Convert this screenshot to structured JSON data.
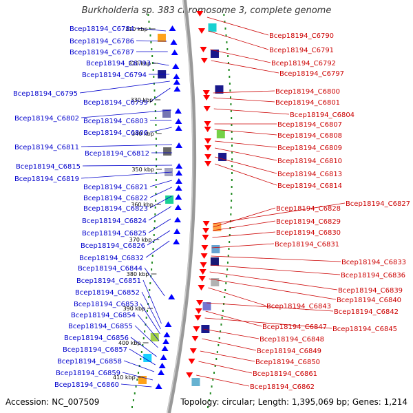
{
  "title": "Burkholderia sp. 383 chromosome 3, complete genome",
  "footer": {
    "accession": "Accession: NC_007509",
    "topology": "Topology: circular; Length: 1,395,069 bp; Genes: 1,214"
  },
  "colors": {
    "backbone": "#888888",
    "forward_gene": "#0000ff",
    "reverse_gene": "#ff0000",
    "left_label": "#0000cc",
    "right_label": "#cc0000",
    "ruler_dot": "#228b22"
  },
  "ticks": [
    "310 kbp",
    "320 kbp",
    "330 kbp",
    "340 kbp",
    "350 kbp",
    "360 kbp",
    "370 kbp",
    "380 kbp",
    "390 kbp",
    "400 kbp",
    "410 kbp"
  ],
  "left_labels": [
    "Bcep18194_C6784",
    "Bcep18194_C6786",
    "Bcep18194_C6787",
    "Bcep18194_C6793",
    "Bcep18194_C6794",
    "Bcep18194_C6795",
    "Bcep18194_C6799",
    "Bcep18194_C6802",
    "Bcep18194_C6803",
    "Bcep18194_C6806",
    "Bcep18194_C6811",
    "Bcep18194_C6812",
    "Bcep18194_C6815",
    "Bcep18194_C6819",
    "Bcep18194_C6821",
    "Bcep18194_C6822",
    "Bcep18194_C6823",
    "Bcep18194_C6824",
    "Bcep18194_C6825",
    "Bcep18194_C6826",
    "Bcep18194_C6832",
    "Bcep18194_C6844",
    "Bcep18194_C6851",
    "Bcep18194_C6852",
    "Bcep18194_C6853",
    "Bcep18194_C6854",
    "Bcep18194_C6855",
    "Bcep18194_C6856",
    "Bcep18194_C6857",
    "Bcep18194_C6858",
    "Bcep18194_C6859",
    "Bcep18194_C6860"
  ],
  "right_labels": [
    "Bcep18194_C6790",
    "Bcep18194_C6791",
    "Bcep18194_C6792",
    "Bcep18194_C6797",
    "Bcep18194_C6800",
    "Bcep18194_C6801",
    "Bcep18194_C6804",
    "Bcep18194_C6807",
    "Bcep18194_C6808",
    "Bcep18194_C6809",
    "Bcep18194_C6810",
    "Bcep18194_C6813",
    "Bcep18194_C6814",
    "Bcep18194_C6827",
    "Bcep18194_C6828",
    "Bcep18194_C6829",
    "Bcep18194_C6830",
    "Bcep18194_C6831",
    "Bcep18194_C6833",
    "Bcep18194_C6836",
    "Bcep18194_C6839",
    "Bcep18194_C6840",
    "Bcep18194_C6843",
    "Bcep18194_C6842",
    "Bcep18194_C6847",
    "Bcep18194_C6845",
    "Bcep18194_C6848",
    "Bcep18194_C6849",
    "Bcep18194_C6850",
    "Bcep18194_C6861",
    "Bcep18194_C6862"
  ]
}
